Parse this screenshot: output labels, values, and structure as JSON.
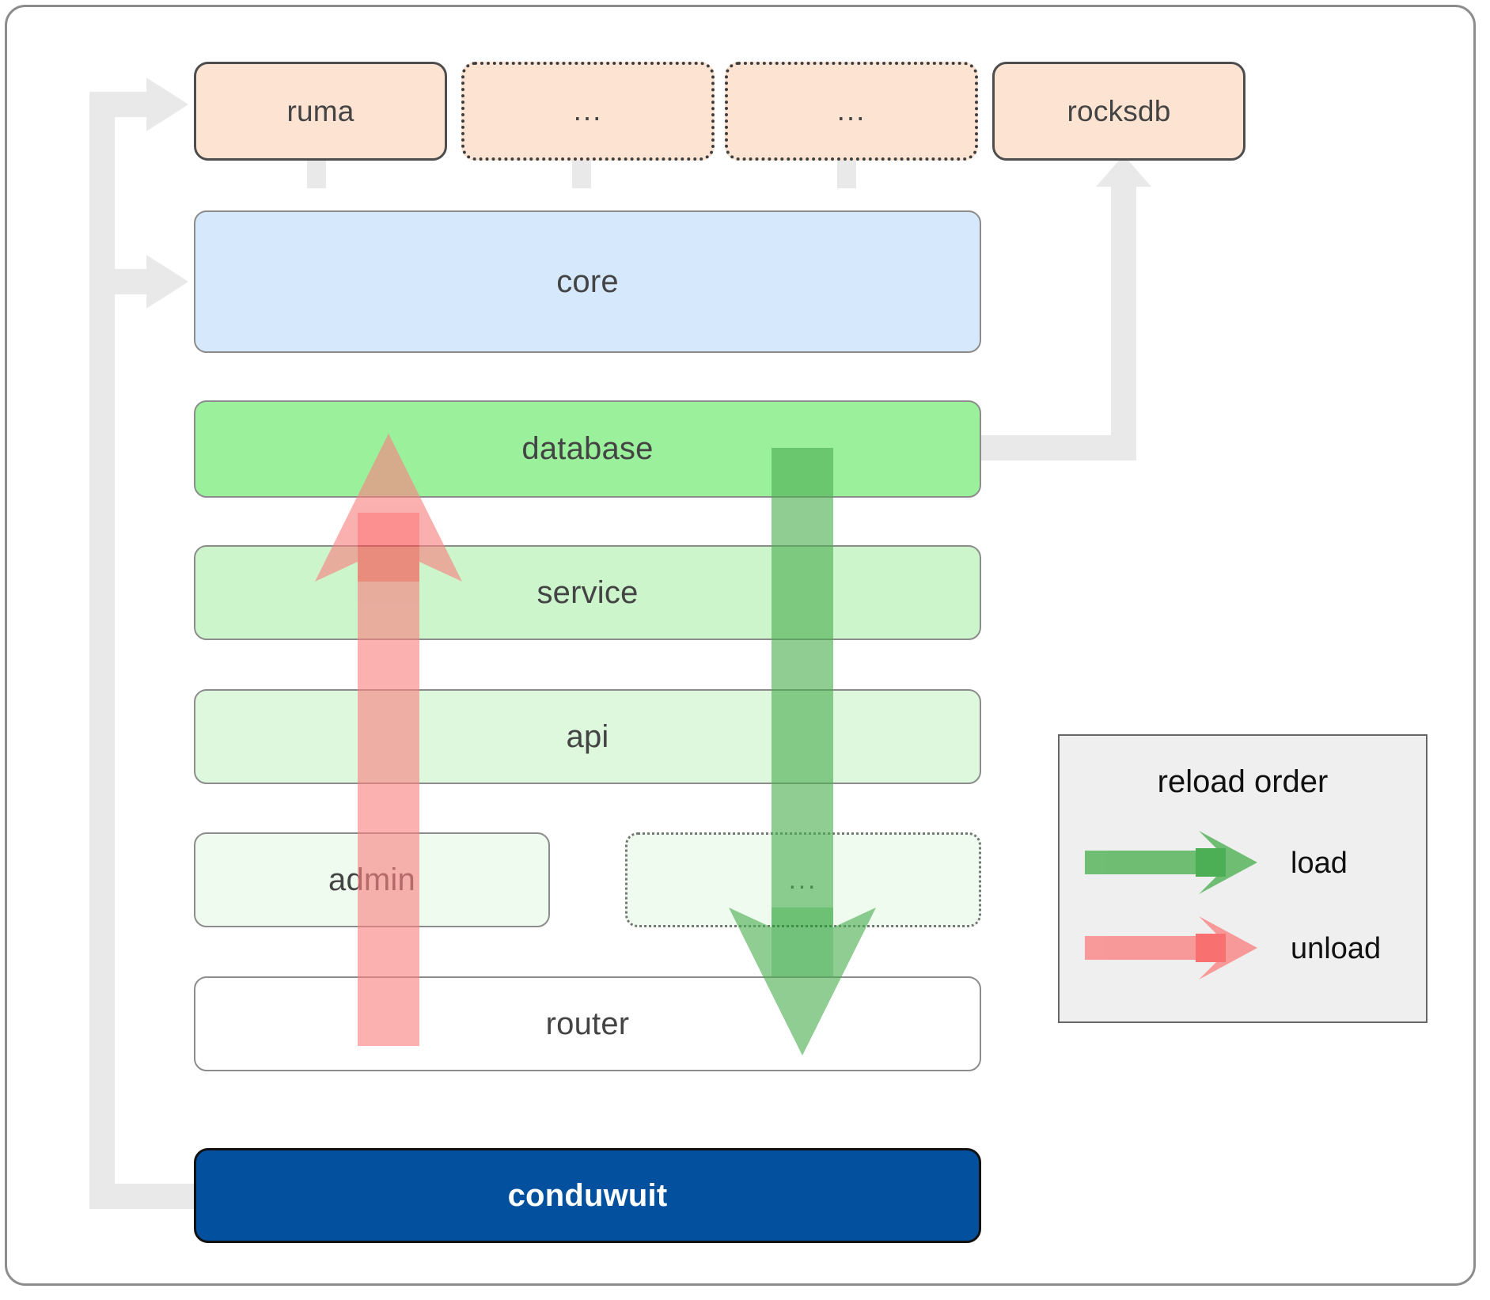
{
  "diagram": {
    "title": "conduwuit crate layering / reload order",
    "colors": {
      "frame_border": "#8c8c8c",
      "dependency_fill": "#fde3d1",
      "dependency_border": "#4d4d4d",
      "core_fill": "#d6e8fb",
      "database_fill": "#9bf09b",
      "service_fill": "#ccf5cc",
      "api_fill": "#ddf8dd",
      "admin_fill": "#effbef",
      "dots_fill": "#effbef",
      "router_fill": "#ffffff",
      "app_fill": "#03509e",
      "app_text": "#ffffff",
      "connector_gray": "#e8e8e8",
      "load_green": "#4caf50",
      "load_green_dark": "#2e9e36",
      "unload_red": "#fa8181",
      "unload_red_dark": "#fb5b5b",
      "layer_border": "#8c8c8c",
      "label_text": "#444444",
      "legend_bg": "#efefef",
      "legend_border": "#666666"
    },
    "dependencies": [
      {
        "id": "ruma",
        "label": "ruma",
        "style": "solid"
      },
      {
        "id": "dep2",
        "label": "...",
        "style": "dotted"
      },
      {
        "id": "dep3",
        "label": "...",
        "style": "dotted"
      },
      {
        "id": "rocksdb",
        "label": "rocksdb",
        "style": "solid"
      }
    ],
    "layers": [
      {
        "id": "core",
        "label": "core",
        "style": "solid"
      },
      {
        "id": "database",
        "label": "database",
        "style": "solid"
      },
      {
        "id": "service",
        "label": "service",
        "style": "solid"
      },
      {
        "id": "api",
        "label": "api",
        "style": "solid"
      },
      {
        "id": "admin",
        "label": "admin",
        "style": "solid"
      },
      {
        "id": "more",
        "label": "...",
        "style": "dotted"
      },
      {
        "id": "router",
        "label": "router",
        "style": "solid"
      }
    ],
    "application": {
      "id": "conduwuit",
      "label": "conduwuit"
    },
    "legend": {
      "title": "reload order",
      "items": [
        {
          "id": "load",
          "label": "load",
          "color": "#4caf50",
          "direction": "down"
        },
        {
          "id": "unload",
          "label": "unload",
          "color": "#fa8181",
          "direction": "up"
        }
      ]
    }
  }
}
